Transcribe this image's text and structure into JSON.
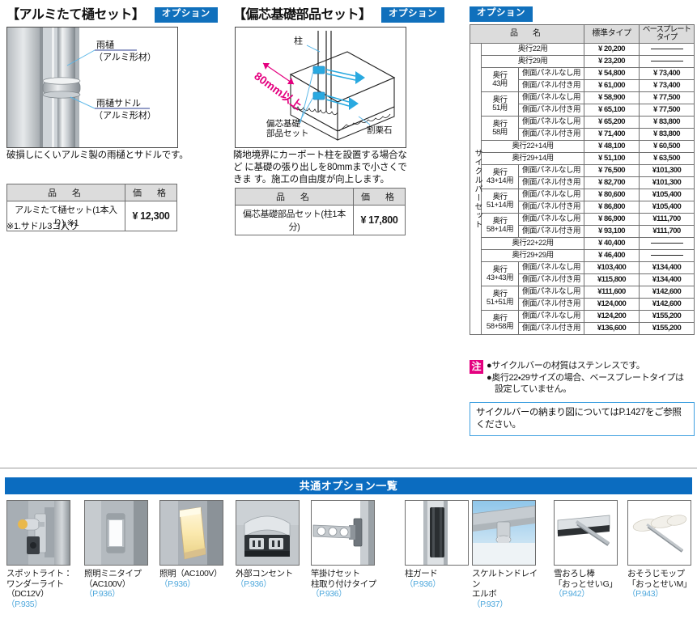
{
  "colors": {
    "accent_blue": "#1070BC",
    "banner_blue": "#0B6CC0",
    "caution_magenta": "#E4007F",
    "page_ref_blue": "#4FA8DC",
    "table_header_gray": "#dcdcdc"
  },
  "section1": {
    "title": "【アルミたて樋セット】",
    "badge": "オプション",
    "callouts": [
      {
        "line1": "雨樋",
        "line2": "（アルミ形材）"
      },
      {
        "line1": "雨樋サドル",
        "line2": "（アルミ形材）"
      }
    ],
    "description": "破損しにくいアルミ製の雨樋とサドルです。",
    "table": {
      "headers": [
        "品　名",
        "価　格"
      ],
      "rows": [
        {
          "name": "アルミたて樋セット(1本入り) ※1",
          "currency": "¥",
          "price": "12,300"
        }
      ]
    },
    "footnote": "※1.サドル3コ入り"
  },
  "section2": {
    "title": "【偏芯基礎部品セット】",
    "badge": "オプション",
    "callouts": [
      {
        "text": "柱"
      },
      {
        "text": "80mm以上"
      },
      {
        "line1": "偏芯基礎",
        "line2": "部品セット"
      },
      {
        "text": "割栗石"
      }
    ],
    "description": "隣地境界にカーポート柱を設置する場合など に基礎の張り出しを80mmまで小さくできま す。施工の自由度が向上します。",
    "table": {
      "headers": [
        "品　名",
        "価　格"
      ],
      "rows": [
        {
          "name": "偏芯基礎部品セット(柱1本分)",
          "currency": "¥",
          "price": "17,800"
        }
      ]
    }
  },
  "section3": {
    "badge": "オプション",
    "vertical_label": "サイクルパーセット",
    "table": {
      "headers": [
        "品　名",
        "標準タイプ",
        "ベースプレートタイプ"
      ],
      "rows": [
        {
          "kind": "wide",
          "name": "奥行22用",
          "standard": "¥ 20,200",
          "baseplate": "—"
        },
        {
          "kind": "wide",
          "name": "奥行29用",
          "standard": "¥ 23,200",
          "baseplate": "—"
        },
        {
          "kind": "grouped",
          "group": "奥行\n43用",
          "name": "側面パネルなし用",
          "standard": "¥ 54,800",
          "baseplate": "¥ 73,400"
        },
        {
          "kind": "grouped",
          "group": "",
          "name": "側面パネル付き用",
          "standard": "¥ 61,000",
          "baseplate": "¥ 73,400"
        },
        {
          "kind": "grouped",
          "group": "奥行\n51用",
          "name": "側面パネルなし用",
          "standard": "¥ 58,900",
          "baseplate": "¥ 77,500"
        },
        {
          "kind": "grouped",
          "group": "",
          "name": "側面パネル付き用",
          "standard": "¥ 65,100",
          "baseplate": "¥ 77,500"
        },
        {
          "kind": "grouped",
          "group": "奥行\n58用",
          "name": "側面パネルなし用",
          "standard": "¥ 65,200",
          "baseplate": "¥ 83,800"
        },
        {
          "kind": "grouped",
          "group": "",
          "name": "側面パネル付き用",
          "standard": "¥ 71,400",
          "baseplate": "¥ 83,800"
        },
        {
          "kind": "wide",
          "name": "奥行22+14用",
          "standard": "¥ 48,100",
          "baseplate": "¥ 60,500"
        },
        {
          "kind": "wide",
          "name": "奥行29+14用",
          "standard": "¥ 51,100",
          "baseplate": "¥ 63,500"
        },
        {
          "kind": "grouped",
          "group": "奥行\n43+14用",
          "name": "側面パネルなし用",
          "standard": "¥ 76,500",
          "baseplate": "¥101,300"
        },
        {
          "kind": "grouped",
          "group": "",
          "name": "側面パネル付き用",
          "standard": "¥ 82,700",
          "baseplate": "¥101,300"
        },
        {
          "kind": "grouped",
          "group": "奥行\n51+14用",
          "name": "側面パネルなし用",
          "standard": "¥ 80,600",
          "baseplate": "¥105,400"
        },
        {
          "kind": "grouped",
          "group": "",
          "name": "側面パネル付き用",
          "standard": "¥ 86,800",
          "baseplate": "¥105,400"
        },
        {
          "kind": "grouped",
          "group": "奥行\n58+14用",
          "name": "側面パネルなし用",
          "standard": "¥ 86,900",
          "baseplate": "¥111,700"
        },
        {
          "kind": "grouped",
          "group": "",
          "name": "側面パネル付き用",
          "standard": "¥ 93,100",
          "baseplate": "¥111,700"
        },
        {
          "kind": "wide",
          "name": "奥行22+22用",
          "standard": "¥ 40,400",
          "baseplate": "—"
        },
        {
          "kind": "wide",
          "name": "奥行29+29用",
          "standard": "¥ 46,400",
          "baseplate": "—"
        },
        {
          "kind": "grouped",
          "group": "奥行\n43+43用",
          "name": "側面パネルなし用",
          "standard": "¥103,400",
          "baseplate": "¥134,400"
        },
        {
          "kind": "grouped",
          "group": "",
          "name": "側面パネル付き用",
          "standard": "¥115,800",
          "baseplate": "¥134,400"
        },
        {
          "kind": "grouped",
          "group": "奥行\n51+51用",
          "name": "側面パネルなし用",
          "standard": "¥111,600",
          "baseplate": "¥142,600"
        },
        {
          "kind": "grouped",
          "group": "",
          "name": "側面パネル付き用",
          "standard": "¥124,000",
          "baseplate": "¥142,600"
        },
        {
          "kind": "grouped",
          "group": "奥行\n58+58用",
          "name": "側面パネルなし用",
          "standard": "¥124,200",
          "baseplate": "¥155,200"
        },
        {
          "kind": "grouped",
          "group": "",
          "name": "側面パネル付き用",
          "standard": "¥136,600",
          "baseplate": "¥155,200"
        }
      ]
    },
    "caution": {
      "badge": "注",
      "items": [
        "●サイクルバーの材質はステンレスです。",
        "●奥行22・29サイズの場合、ベースプレートタイプは",
        "設定していません。"
      ]
    },
    "reference": "サイクルバーの納まり図についてはP.1427をご参照ください。"
  },
  "gallery": {
    "banner": "共通オプション一覧",
    "items": [
      {
        "icon": "spotlight-icon",
        "line1": "スポットライト：",
        "line2": "ワンダーライト",
        "line3": "（DC12V）",
        "page": "（P.935）"
      },
      {
        "icon": "wall-light-mini-icon",
        "line1": "照明ミニタイプ",
        "line2": "（AC100V）",
        "line3": "",
        "page": "（P.936）"
      },
      {
        "icon": "wall-light-icon",
        "line1": "照明（AC100V）",
        "line2": "",
        "line3": "",
        "page": "（P.936）"
      },
      {
        "icon": "outlet-icon",
        "line1": "外部コンセント",
        "line2": "",
        "line3": "",
        "page": "（P.936）"
      },
      {
        "icon": "pole-hanger-icon",
        "line1": "竿掛けセット",
        "line2": "柱取り付けタイプ",
        "line3": "",
        "page": "（P.936）"
      },
      {
        "icon": "pole-guard-icon",
        "line1": "柱ガード",
        "line2": "",
        "line3": "",
        "page": "（P.936）"
      },
      {
        "icon": "skeleton-drain-icon",
        "line1": "スケルトンドレイン",
        "line2": "エルボ",
        "line3": "",
        "page": "（P.937）"
      },
      {
        "icon": "snow-rake-icon",
        "line1": "雪おろし棒",
        "line2": "「おっとせいG」",
        "line3": "",
        "page": "（P.942）"
      },
      {
        "icon": "cleaning-mop-icon",
        "line1": "おそうじモップ",
        "line2": "「おっとせいM」",
        "line3": "",
        "page": "（P.943）"
      }
    ]
  }
}
